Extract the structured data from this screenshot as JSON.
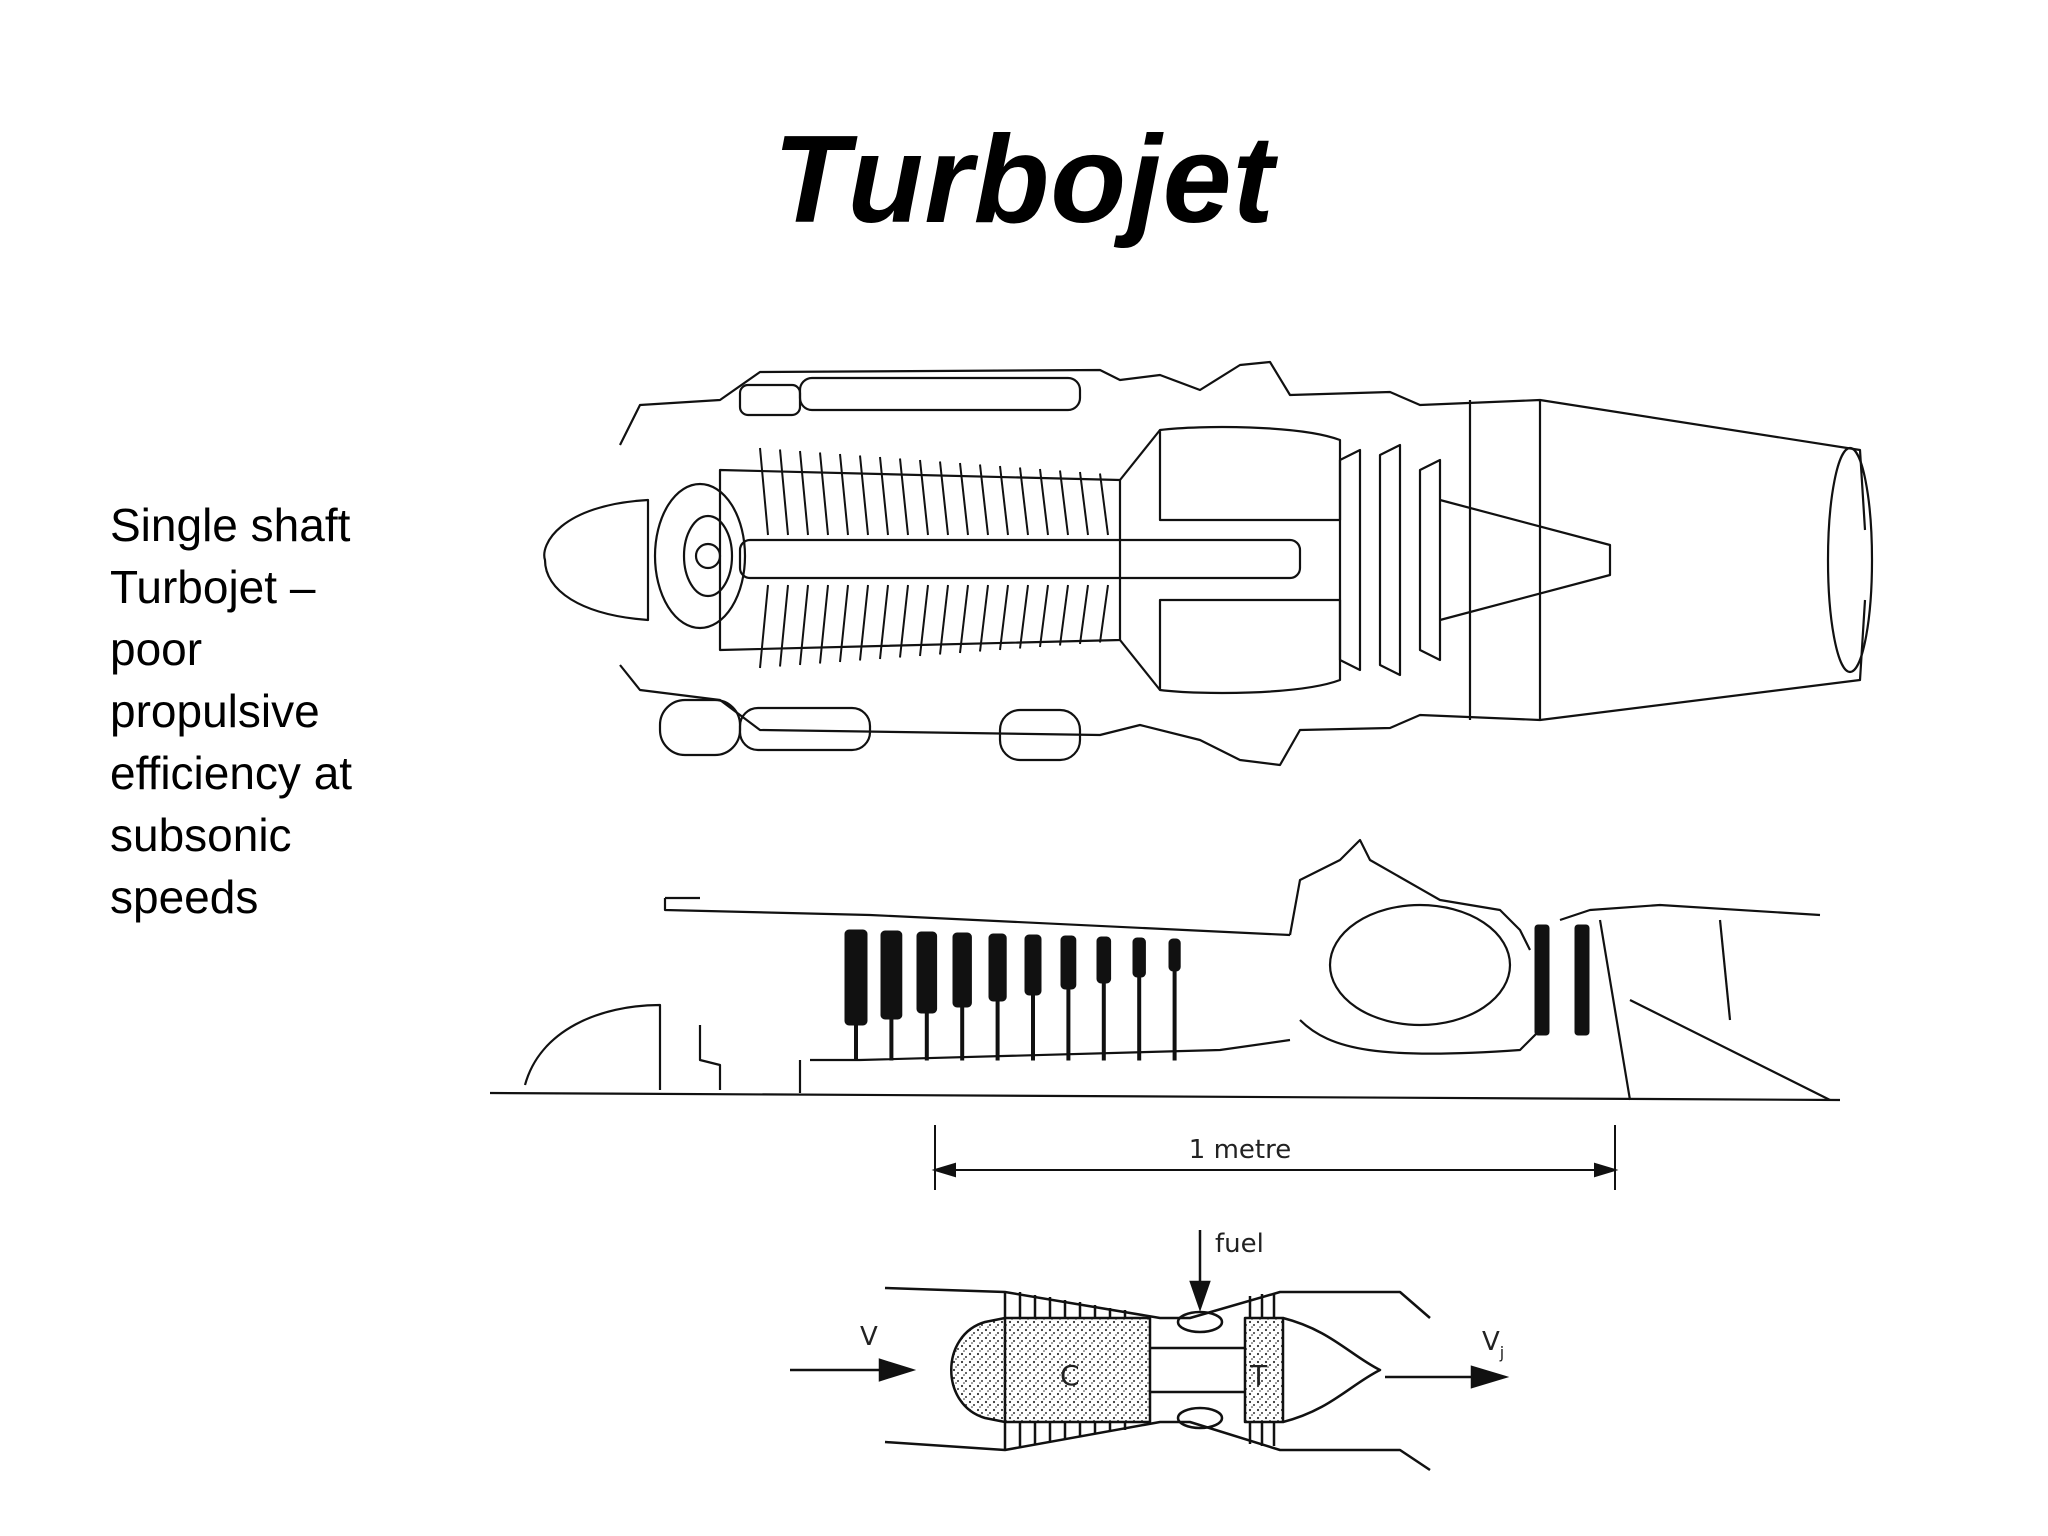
{
  "slide": {
    "title": "Turbojet",
    "description_lines": [
      "Single shaft",
      "Turbojet –",
      "poor",
      "propulsive",
      "efficiency at",
      "subsonic",
      "speeds"
    ]
  },
  "section_diagram": {
    "scale_label": "1 metre"
  },
  "schematic": {
    "fuel_label": "fuel",
    "inlet_velocity_label": "V",
    "compressor_label": "C",
    "turbine_label": "T",
    "jet_velocity_label": "V",
    "jet_velocity_subscript": "j"
  }
}
